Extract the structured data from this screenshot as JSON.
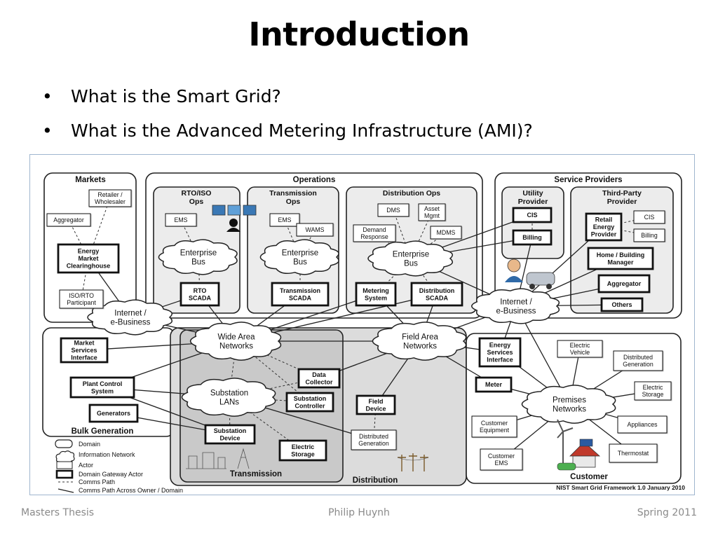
{
  "slide": {
    "title": "Introduction",
    "bullets": [
      "What is the Smart Grid?",
      "What is the Advanced Metering Infrastructure (AMI)?"
    ]
  },
  "footer": {
    "left": "Masters Thesis",
    "center": "Philip Huynh",
    "right": "Spring 2011"
  },
  "diagram": {
    "domains": {
      "markets": "Markets",
      "operations": "Operations",
      "rto_ops": [
        "RTO/ISO",
        "Ops"
      ],
      "transmission_ops": [
        "Transmission",
        "Ops"
      ],
      "distribution_ops": "Distribution Ops",
      "service_providers": "Service Providers",
      "utility_provider": [
        "Utility",
        "Provider"
      ],
      "third_party_provider": [
        "Third-Party",
        "Provider"
      ],
      "bulk_generation": "Bulk Generation",
      "transmission": "Transmission",
      "distribution": "Distribution",
      "customer": "Customer"
    },
    "actors": {
      "retailer": [
        "Retailer /",
        "Wholesaler"
      ],
      "aggregator_market": "Aggregator",
      "energy_market": [
        "Energy",
        "Market",
        "Clearinghouse"
      ],
      "iso_rto": [
        "ISO/RTO",
        "Participant"
      ],
      "ems_rto": "EMS",
      "rto_scada": [
        "RTO",
        "SCADA"
      ],
      "ems_trans": "EMS",
      "wams": "WAMS",
      "trans_scada": [
        "Transmission",
        "SCADA"
      ],
      "dms": "DMS",
      "asset_mgmt": [
        "Asset",
        "Mgmt"
      ],
      "demand_response": [
        "Demand",
        "Response"
      ],
      "mdms": "MDMS",
      "metering_system": [
        "Metering",
        "System"
      ],
      "dist_scada": [
        "Distribution",
        "SCADA"
      ],
      "cis_utility": "CIS",
      "billing_utility": "Billing",
      "retail_energy_provider": [
        "Retail",
        "Energy",
        "Provider"
      ],
      "cis_third": "CIS",
      "billing_third": "Billing",
      "home_building": [
        "Home / Building",
        "Manager"
      ],
      "aggregator_sp": "Aggregator",
      "others": "Others",
      "market_services": [
        "Market",
        "Services",
        "Interface"
      ],
      "plant_control": [
        "Plant Control",
        "System"
      ],
      "generators": "Generators",
      "data_collector": [
        "Data",
        "Collector"
      ],
      "substation_controller": [
        "Substation",
        "Controller"
      ],
      "field_device": [
        "Field",
        "Device"
      ],
      "substation_device": [
        "Substation",
        "Device"
      ],
      "electric_storage_grid": [
        "Electric",
        "Storage"
      ],
      "distributed_gen_grid": [
        "Distributed",
        "Generation"
      ],
      "esi": [
        "Energy",
        "Services",
        "Interface"
      ],
      "meter": "Meter",
      "electric_vehicle": [
        "Electric",
        "Vehicle"
      ],
      "distributed_gen_cust": [
        "Distributed",
        "Generation"
      ],
      "electric_storage_cust": [
        "Electric",
        "Storage"
      ],
      "appliances": "Appliances",
      "thermostat": "Thermostat",
      "customer_equipment": [
        "Customer",
        "Equipment"
      ],
      "customer_ems": [
        "Customer",
        "EMS"
      ]
    },
    "networks": {
      "enterprise_bus_rto": [
        "Enterprise",
        "Bus"
      ],
      "enterprise_bus_trans": [
        "Enterprise",
        "Bus"
      ],
      "enterprise_bus_dist": [
        "Enterprise",
        "Bus"
      ],
      "internet_left": [
        "Internet /",
        "e-Business"
      ],
      "internet_right": [
        "Internet /",
        "e-Business"
      ],
      "wan": [
        "Wide Area",
        "Networks"
      ],
      "fan": [
        "Field Area",
        "Networks"
      ],
      "substation_lans": [
        "Substation",
        "LANs"
      ],
      "premises": [
        "Premises",
        "Networks"
      ]
    },
    "legend": {
      "domain": "Domain",
      "info_network": "Information Network",
      "actor": "Actor",
      "gateway_actor": "Domain Gateway Actor",
      "comms_path": "Comms Path",
      "comms_path_across": "Comms Path Across Owner / Domain"
    },
    "caption": "NIST Smart Grid Framework 1.0 January 2010"
  }
}
